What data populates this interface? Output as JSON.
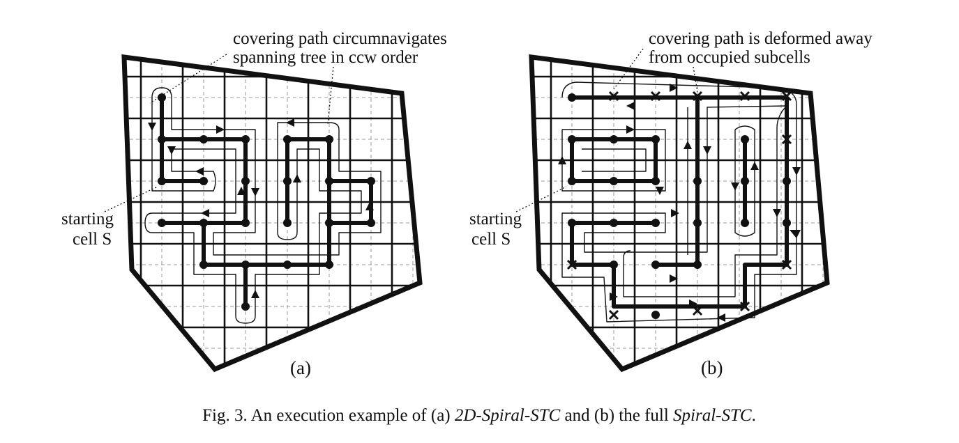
{
  "panel_a": {
    "annotation_line1": "covering path circumnavigates",
    "annotation_line2": "spanning tree in ccw order",
    "start_line1": "starting",
    "start_line2": "cell S",
    "label": "(a)"
  },
  "panel_b": {
    "annotation_line1": "covering path is deformed away",
    "annotation_line2": "from occupied subcells",
    "start_line1": "starting",
    "start_line2": "cell S",
    "label": "(b)"
  },
  "caption": {
    "prefix": "Fig. 3. An execution example of (a) ",
    "alg1": "2D-Spiral-STC",
    "middle": " and (b) the full ",
    "alg2": "Spiral-STC",
    "suffix": "."
  }
}
